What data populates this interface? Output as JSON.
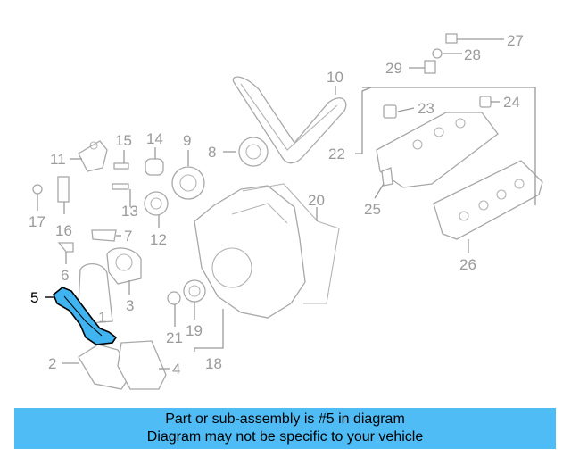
{
  "callouts": [
    "1",
    "2",
    "3",
    "4",
    "5",
    "6",
    "7",
    "8",
    "9",
    "10",
    "11",
    "12",
    "13",
    "14",
    "15",
    "16",
    "17",
    "18",
    "19",
    "20",
    "21",
    "22",
    "23",
    "24",
    "25",
    "26",
    "27",
    "28",
    "29"
  ],
  "highlight": {
    "part_number": "5",
    "color": "#3fb4f0",
    "line_color": "#000000"
  },
  "banner": {
    "line1": "Part or sub-assembly is #5 in diagram",
    "line2": "Diagram may not be specific to your vehicle",
    "background": "#4fbcf5"
  }
}
